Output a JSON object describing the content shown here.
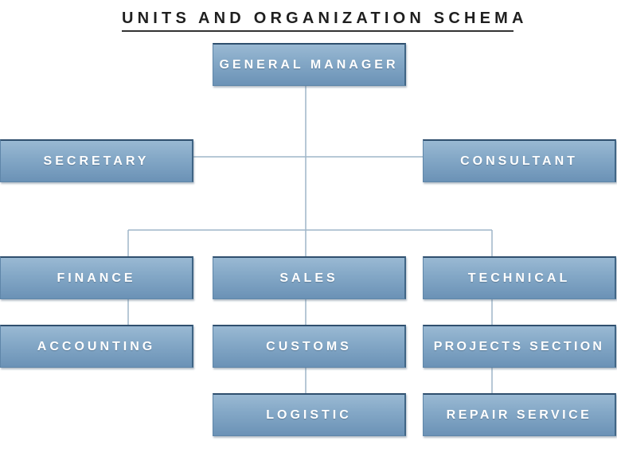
{
  "diagram": {
    "title": "UNITS AND ORGANIZATION SCHEMA",
    "nodes": {
      "general_manager": "GENERAL MANAGER",
      "secretary": "SECRETARY",
      "consultant": "CONSULTANT",
      "finance": "FINANCE",
      "sales": "SALES",
      "technical": "TECHNICAL",
      "accounting": "ACCOUNTING",
      "customs": "CUSTOMS",
      "projects_section": "PROJECTS SECTION",
      "logistic": "LOGISTIC",
      "repair_service": "REPAIR SERVICE"
    },
    "edges": [
      [
        "general_manager",
        "secretary"
      ],
      [
        "general_manager",
        "consultant"
      ],
      [
        "general_manager",
        "finance"
      ],
      [
        "general_manager",
        "sales"
      ],
      [
        "general_manager",
        "technical"
      ],
      [
        "finance",
        "accounting"
      ],
      [
        "sales",
        "customs"
      ],
      [
        "customs",
        "logistic"
      ],
      [
        "technical",
        "projects_section"
      ],
      [
        "projects_section",
        "repair_service"
      ]
    ],
    "colors": {
      "box_fill": "#83a7c6",
      "box_border": "#2f4f6e",
      "connector": "#9fb6c9",
      "title_text": "#1f1f1f"
    }
  }
}
